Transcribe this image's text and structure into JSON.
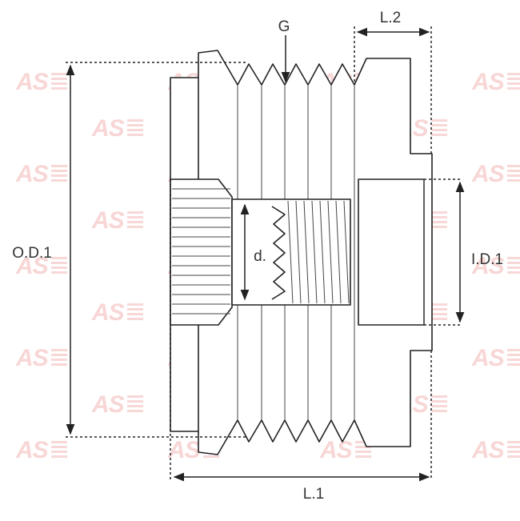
{
  "labels": {
    "g": "G",
    "l2": "L.2",
    "od1": "O.D.1",
    "d": "d.",
    "id1": "I.D.1",
    "l1": "L.1"
  },
  "watermark": {
    "text": "AS",
    "color": "#f6c9c9"
  },
  "colors": {
    "line": "#222222",
    "text": "#333333",
    "background": "#ffffff"
  }
}
